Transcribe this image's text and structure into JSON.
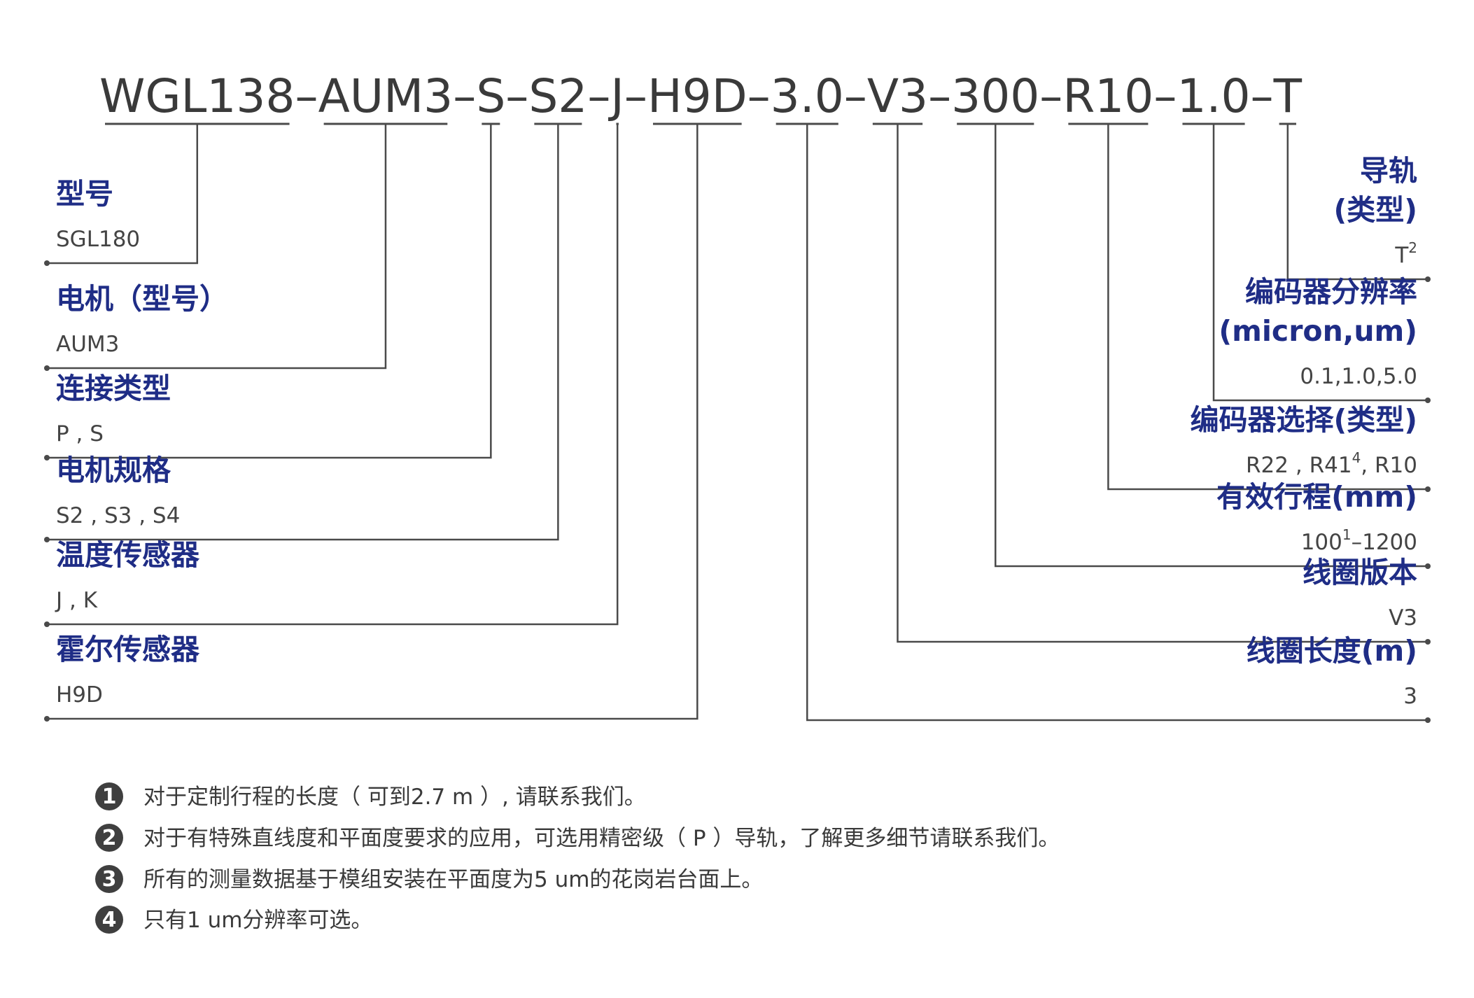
{
  "model_code": {
    "segments": [
      "WGL138",
      "AUM3",
      "S",
      "S2",
      "J",
      "H9D",
      "3.0",
      "V3",
      "300",
      "R10",
      "1.0",
      "T"
    ],
    "separator": "–"
  },
  "left_labels": [
    {
      "title": "型号",
      "value": "SGL180"
    },
    {
      "title": "电机（型号）",
      "value": "AUM3"
    },
    {
      "title": "连接类型",
      "value": "P , S"
    },
    {
      "title": "电机规格",
      "value": "S2 , S3 , S4"
    },
    {
      "title": "温度传感器",
      "value": "J , K"
    },
    {
      "title": "霍尔传感器",
      "value": "H9D"
    }
  ],
  "right_labels": [
    {
      "title_lines": [
        "导轨",
        "(类型)"
      ],
      "value": "T",
      "sup": "2"
    },
    {
      "title_lines": [
        "编码器分辨率",
        "(micron,um)"
      ],
      "value": "0.1,1.0,5.0"
    },
    {
      "title_lines": [
        "编码器选择(类型)"
      ],
      "value": "R22 , R41",
      "sup": "4",
      "value_tail": ", R10"
    },
    {
      "title_lines": [
        "有效行程(mm)"
      ],
      "value": "100",
      "sup": "1",
      "value_tail": "–1200"
    },
    {
      "title_lines": [
        "线圈版本"
      ],
      "value": "V3"
    },
    {
      "title_lines": [
        "线圈长度(m)"
      ],
      "value": "3"
    }
  ],
  "notes": [
    {
      "num": "1",
      "text": "对于定制行程的长度（ 可到2.7 m ）, 请联系我们。"
    },
    {
      "num": "2",
      "text": "对于有特殊直线度和平面度要求的应用，可选用精密级（ P ）导轨，了解更多细节请联系我们。"
    },
    {
      "num": "3",
      "text": "所有的测量数据基于模组安装在平面度为5 um的花岗岩台面上。"
    },
    {
      "num": "4",
      "text": "只有1 um分辨率可选。"
    }
  ]
}
